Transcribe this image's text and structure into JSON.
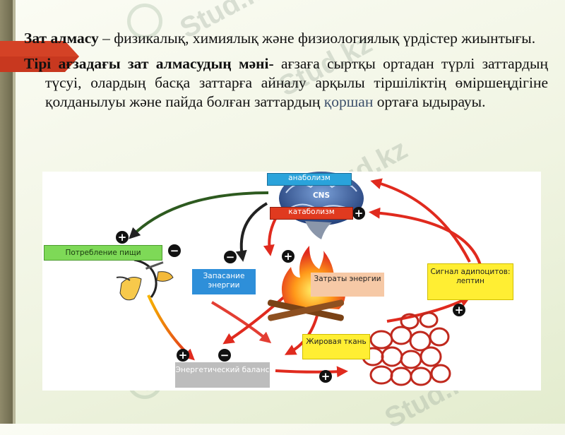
{
  "slide": {
    "definition": {
      "term": "Зат алмасу",
      "rest": " – физикалық, химиялық және физиологиялық үрдістер жиынтығы."
    },
    "significance": {
      "term": "Тірі ағзадағы зат алмасудың мәні-",
      "part1": " ағзаға сыртқы ортадан түрлі заттардың түсуі, олардың басқа заттарға айналу арқылы тіршіліктің өміршеңдігіне қолданылуы және пайда болған заттардың ",
      "highlight": "қоршан",
      "part2": " ортаға ыдырауы."
    }
  },
  "watermark": "Stud.kz",
  "colors": {
    "red_arrow": "#e02a1e",
    "anabolism_box": "#2aa3db",
    "catabolism_box": "#e03a1f",
    "food_box": "#7ed957",
    "energy_store_box": "#2e8fd9",
    "energy_expense_box": "#f6c9a6",
    "leptin_box": "#ffee33",
    "fat_box": "#ffee33",
    "balance_box": "#bdbdbd"
  },
  "diagram": {
    "anabolism": "анаболизм",
    "cns": "CNS",
    "catabolism": "катаболизм",
    "food_intake": "Потребление пищи",
    "energy_storage": "Запасание энергии",
    "energy_expense": "Затраты энергии",
    "leptin_signal": "Сигнал адипоцитов: лептин",
    "fat_tissue": "Жировая ткань",
    "energy_balance": "Энергетический баланс",
    "plus": "+",
    "minus": "−"
  }
}
